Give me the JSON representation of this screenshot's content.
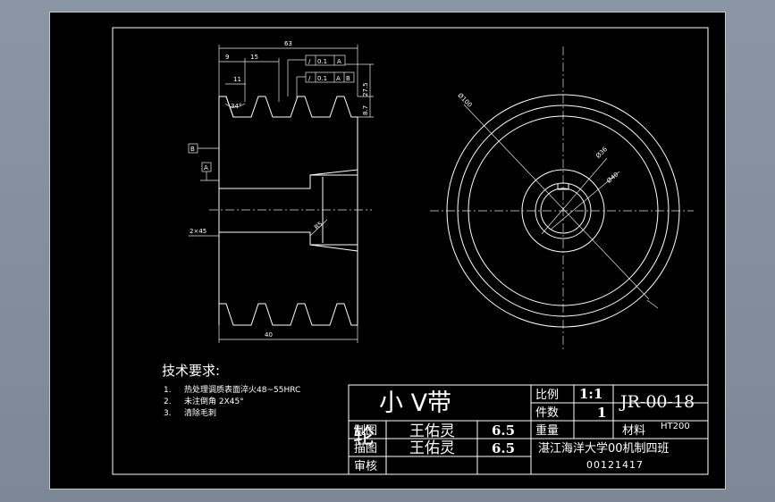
{
  "technical_requirements": {
    "heading": "技术要求:",
    "items": [
      {
        "num": "1.",
        "text": "热处理调质表面淬火48~55HRC"
      },
      {
        "num": "2.",
        "text": "未注倒角 2X45°"
      },
      {
        "num": "3.",
        "text": "清除毛刺"
      }
    ]
  },
  "title_block": {
    "part_name": "小 V带轮",
    "part_name_main": "小 V带",
    "part_name_overlay": "轮",
    "scale_label": "比例",
    "scale_value": "1:1",
    "drawing_number": "JR-00-18",
    "quantity_label": "件数",
    "quantity_value": "1",
    "weight_label": "重量",
    "material_label": "材料",
    "material_value": "HT200",
    "drawn_label": "制图",
    "drawn_name": "王佑灵",
    "drawn_value": "6.5",
    "drafted_label": "描图",
    "drafted_name": "王佑灵",
    "drafted_value": "6.5",
    "review_label": "审核",
    "organization": "湛江海洋大学00机制四班",
    "student_id": "00121417"
  },
  "dimensions": {
    "overall_width": "63",
    "d9": "9",
    "d15": "15",
    "d11": "11",
    "angle": "34°",
    "height_275": "27.5",
    "height_87": "8.7",
    "width_40": "40",
    "radius": "R5",
    "chamfer": "2×45",
    "dia_100": "Ø100",
    "dia_36": "Ø36",
    "dia_40": "Ø40",
    "tol_1_sym": "/",
    "tol_1_val": "0.1",
    "tol_1_ref": "A",
    "tol_2_sym": "/",
    "tol_2_val": "0.1",
    "tol_2_ref_a": "A",
    "tol_2_ref_b": "B",
    "datum_b": "B",
    "datum_a": "A"
  }
}
